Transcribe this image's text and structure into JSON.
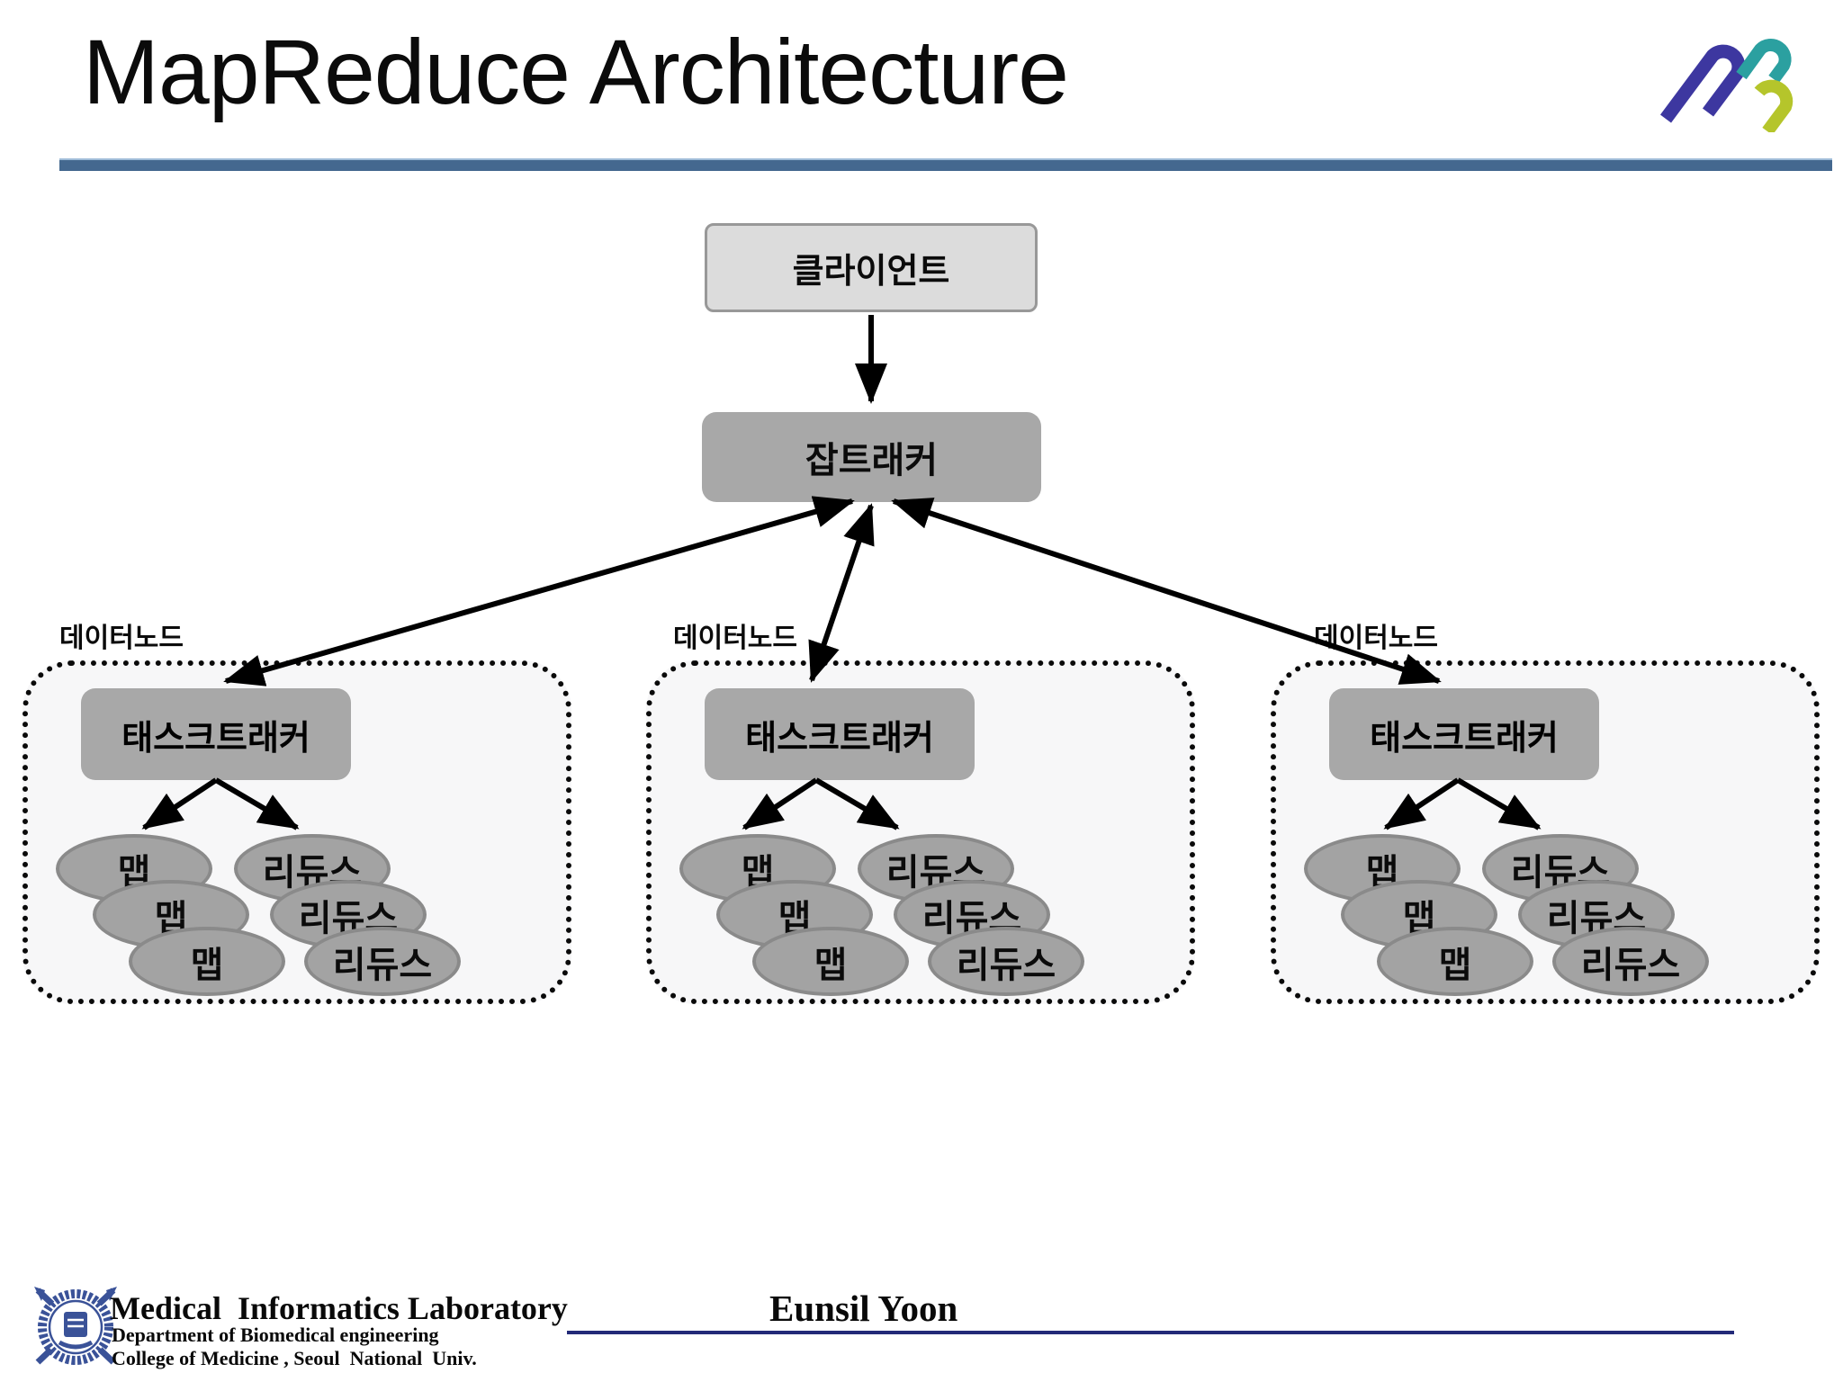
{
  "slide": {
    "title": "MapReduce Architecture"
  },
  "header": {
    "accent_bar_color": "#44688f"
  },
  "logo": {
    "name": "lab-logo",
    "purple": "#3d37a0",
    "teal": "#2ba0a0",
    "green": "#b5c52b"
  },
  "diagram": {
    "client_label": "클라이언트",
    "job_tracker_label": "잡트래커",
    "datanodes": [
      {
        "label": "데이터노드",
        "task_tracker_label": "태스크트래커",
        "map_label": "맵",
        "reduce_label": "리듀스",
        "map_count": 3,
        "reduce_count": 3
      },
      {
        "label": "데이터노드",
        "task_tracker_label": "태스크트래커",
        "map_label": "맵",
        "reduce_label": "리듀스",
        "map_count": 3,
        "reduce_count": 3
      },
      {
        "label": "데이터노드",
        "task_tracker_label": "태스크트래커",
        "map_label": "맵",
        "reduce_label": "리듀스",
        "map_count": 3,
        "reduce_count": 3
      }
    ]
  },
  "footer": {
    "lab_name": "Medical  Informatics Laboratory",
    "dept_line1": "Department of Biomedical engineering",
    "dept_line2": "College of Medicine , Seoul  National  Univ.",
    "author": "Eunsil Yoon",
    "divider_color": "#232a78",
    "emblem_color": "#3a5298"
  }
}
